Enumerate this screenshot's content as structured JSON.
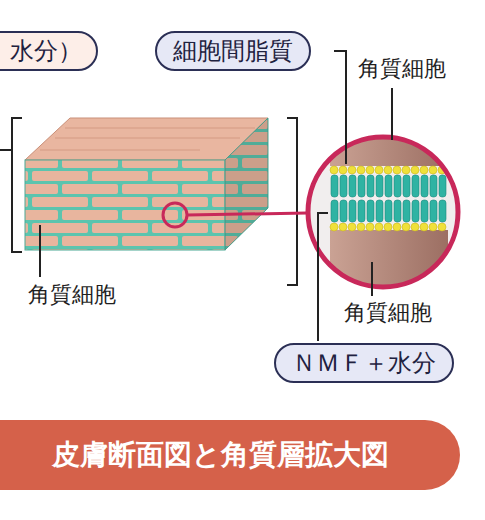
{
  "diagram": {
    "caption": "皮膚断面図と角質層拡大図",
    "nodes": [
      {
        "text": [
          "水分）"
        ]
      },
      {
        "text": [
          "細胞間脂質"
        ]
      },
      {
        "text": [
          "ＮＭＦ＋水分"
        ]
      }
    ],
    "labels": [
      "角質細胞",
      "角質細胞",
      "角質細胞"
    ]
  }
}
